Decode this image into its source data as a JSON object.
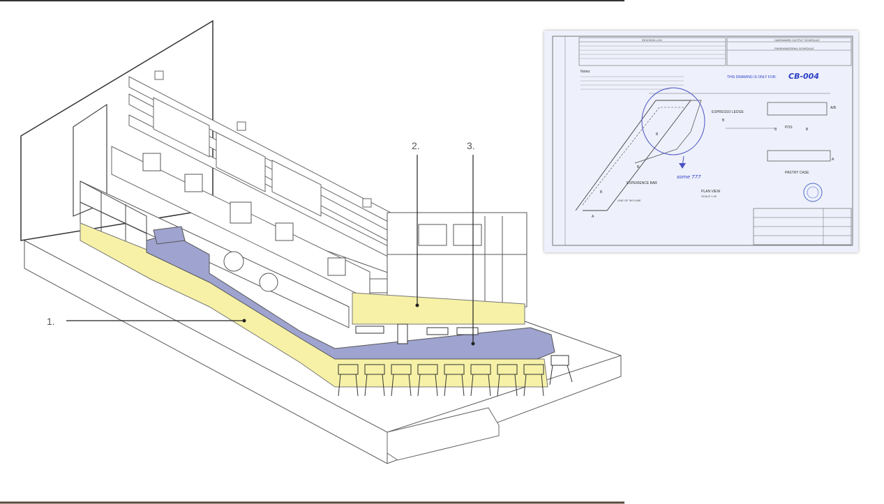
{
  "callouts": {
    "c1": "1.",
    "c2": "2.",
    "c3": "3."
  },
  "sheet": {
    "revision_log": "REVISION LOG",
    "hardware_schedule": "HARDWARE/ OUTPUT SCHEDULE",
    "finish_schedule": "FINISH/MATERIAL SCHEDULE",
    "notes_title": "Notes:",
    "drawing_only_for": "THIS DRAWING IS ONLY FOR:",
    "drawing_code": "CB-004",
    "espresso_ledge": "ESPRESSO LEDGE",
    "experience_bar": "EXPERIENCE BAR",
    "pastry_case": "PASTRY CASE",
    "pos": "POS",
    "plan_view": "PLAN VIEW",
    "scale": "SCALE 1:20",
    "handwritten_note": "some 777",
    "label_b": "B",
    "label_a": "A",
    "label_ab": "A/B",
    "line_of_skyline": "LINE OF SKYLINE"
  },
  "colors": {
    "yellow_fill": "#f6f1a6",
    "blue_fill": "#9ea3cf",
    "line": "#4a4a4a",
    "sheet_bg": "#eef0fb"
  }
}
